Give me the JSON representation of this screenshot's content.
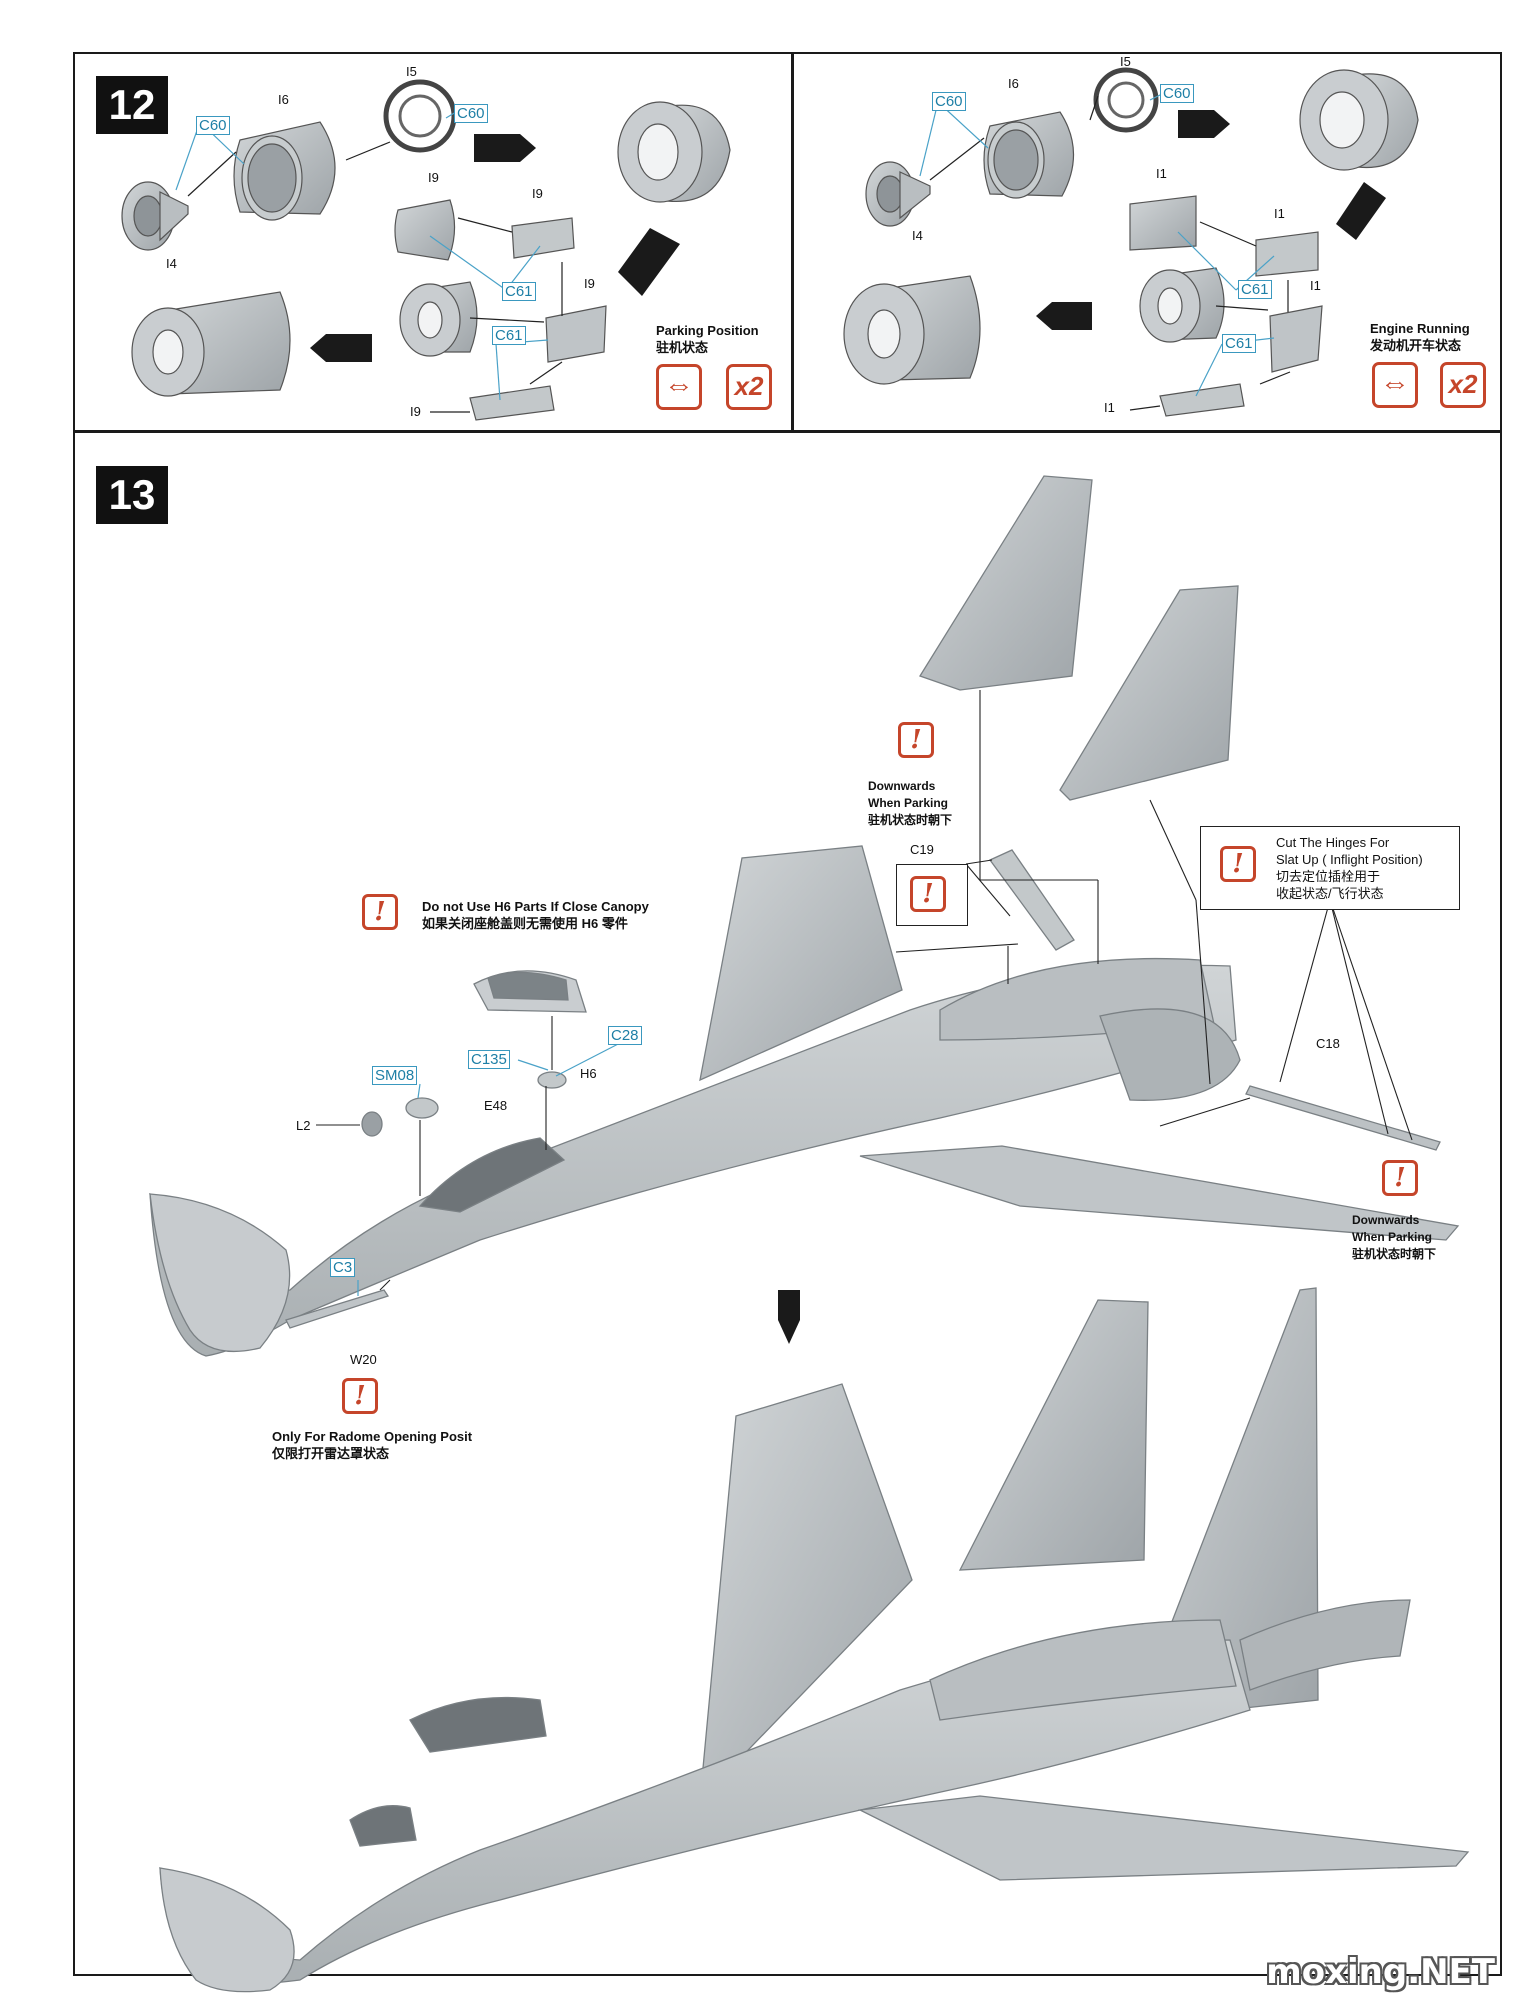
{
  "steps": {
    "s12": "12",
    "s13": "13"
  },
  "step12_left": {
    "parts": {
      "i6": "I6",
      "i5": "I5",
      "i4": "I4",
      "i9_a": "I9",
      "i9_b": "I9",
      "i9_c": "I9",
      "i9_d": "I9",
      "c60_a": "C60",
      "c60_b": "C60",
      "c61_a": "C61",
      "c61_b": "C61"
    },
    "caption_en": "Parking Position",
    "caption_zh": "驻机状态",
    "count": "x2"
  },
  "step12_right": {
    "parts": {
      "i6": "I6",
      "i5": "I5",
      "i4": "I4",
      "i1_a": "I1",
      "i1_b": "I1",
      "i1_c": "I1",
      "i1_d": "I1",
      "c60_a": "C60",
      "c60_b": "C60",
      "c61_a": "C61",
      "c61_b": "C61"
    },
    "caption_en": "Engine Running",
    "caption_zh": "发动机开车状态",
    "count": "x2"
  },
  "step13": {
    "notes": {
      "tail_en_1": "Downwards",
      "tail_en_2": "When Parking",
      "tail_zh": "驻机状态时朝下",
      "canopy_en": "Do not Use H6 Parts If Close Canopy",
      "canopy_zh": "如果关闭座舱盖则无需使用 H6 零件",
      "slat_en_1": "Cut The Hinges For",
      "slat_en_2": "Slat Up ( Inflight Position)",
      "slat_zh_1": "切去定位插栓用于",
      "slat_zh_2": "收起状态/飞行状态",
      "wing_en_1": "Downwards",
      "wing_en_2": "When Parking",
      "wing_zh": "驻机状态时朝下",
      "radome_en": "Only For Radome Opening Posit",
      "radome_zh": "仅限打开雷达罩状态"
    },
    "parts": {
      "c19": "C19",
      "c18": "C18",
      "c28": "C28",
      "c135": "C135",
      "h6": "H6",
      "sm08": "SM08",
      "e48": "E48",
      "l2": "L2",
      "c3": "C3",
      "w20": "W20"
    }
  },
  "watermark": "moxing.NET",
  "colors": {
    "frame": "#1a1a1a",
    "part_gray": "#b7bcbf",
    "callout_blue": "#1e7fa6",
    "warning_red": "#c5452a"
  }
}
